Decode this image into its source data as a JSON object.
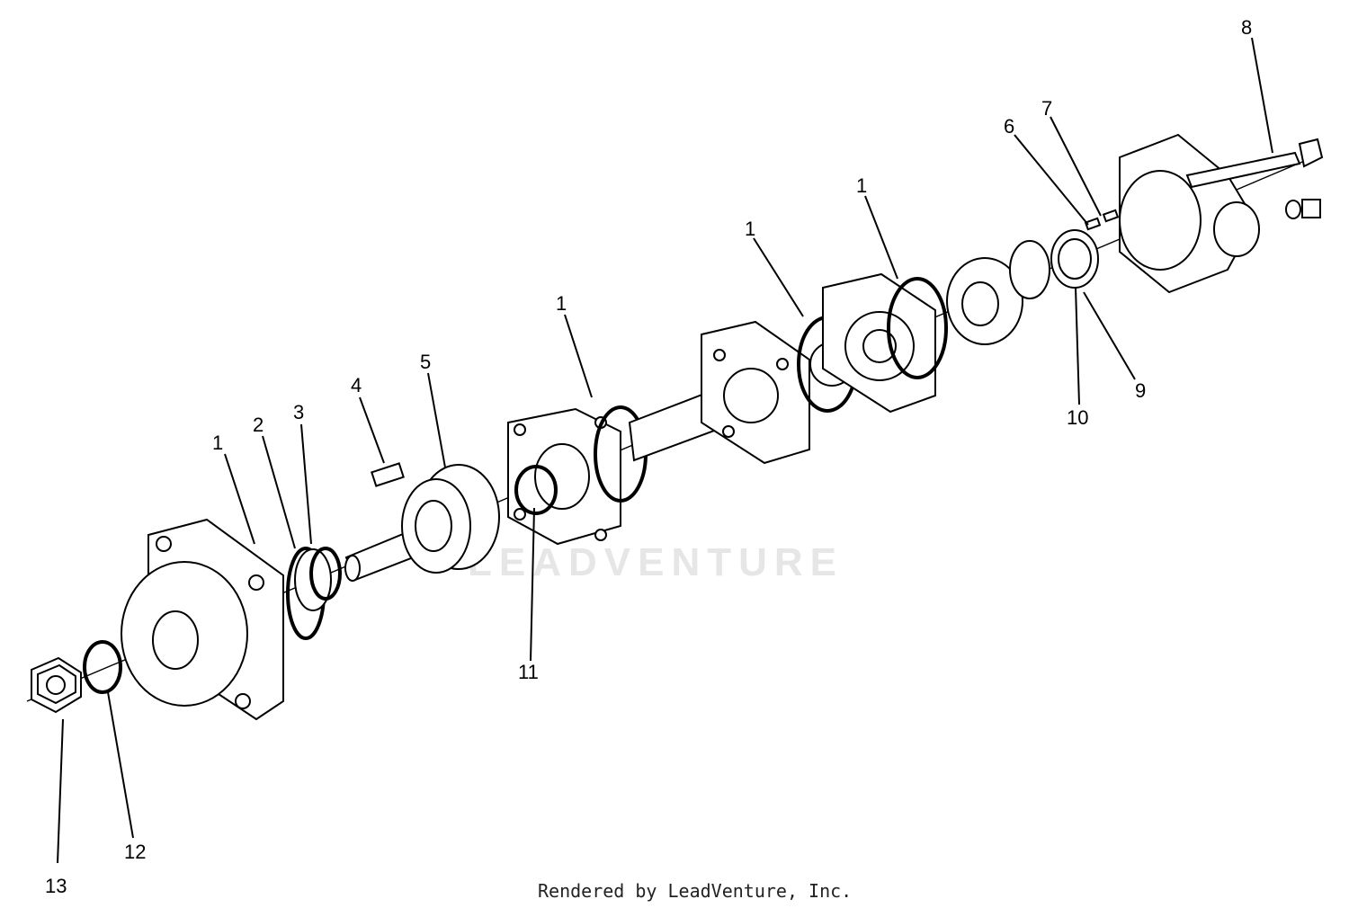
{
  "diagram": {
    "watermark": "LEADVENTURE",
    "footer": "Rendered by LeadVenture, Inc.",
    "callouts": [
      {
        "id": "c1a",
        "label": "1"
      },
      {
        "id": "c2",
        "label": "2"
      },
      {
        "id": "c3",
        "label": "3"
      },
      {
        "id": "c4",
        "label": "4"
      },
      {
        "id": "c5",
        "label": "5"
      },
      {
        "id": "c1b",
        "label": "1"
      },
      {
        "id": "c11",
        "label": "11"
      },
      {
        "id": "c1c",
        "label": "1"
      },
      {
        "id": "c1d",
        "label": "1"
      },
      {
        "id": "c6",
        "label": "6"
      },
      {
        "id": "c7",
        "label": "7"
      },
      {
        "id": "c8",
        "label": "8"
      },
      {
        "id": "c9",
        "label": "9"
      },
      {
        "id": "c10",
        "label": "10"
      },
      {
        "id": "c12",
        "label": "12"
      },
      {
        "id": "c13",
        "label": "13"
      }
    ]
  }
}
